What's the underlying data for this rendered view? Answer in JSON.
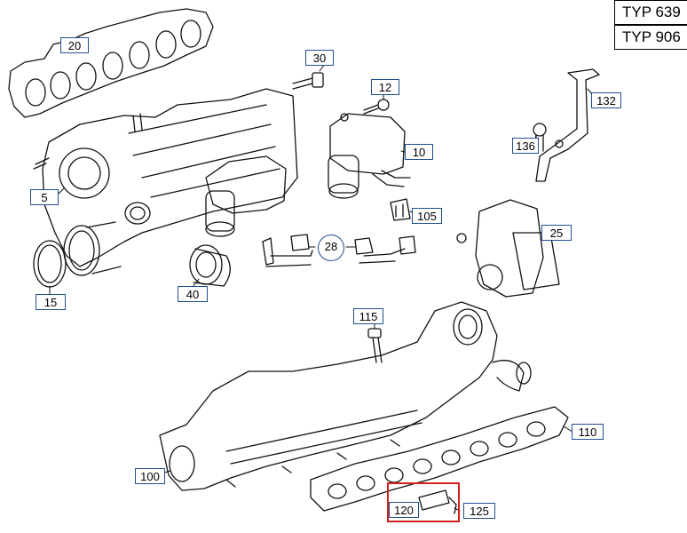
{
  "type_codes": [
    "TYP 639",
    "TYP 906"
  ],
  "callouts": [
    {
      "id": "20",
      "label": "20"
    },
    {
      "id": "30",
      "label": "30"
    },
    {
      "id": "12",
      "label": "12"
    },
    {
      "id": "132",
      "label": "132"
    },
    {
      "id": "136",
      "label": "136"
    },
    {
      "id": "10",
      "label": "10"
    },
    {
      "id": "5",
      "label": "5"
    },
    {
      "id": "105",
      "label": "105"
    },
    {
      "id": "25",
      "label": "25"
    },
    {
      "id": "28",
      "label": "28"
    },
    {
      "id": "15",
      "label": "15"
    },
    {
      "id": "40",
      "label": "40"
    },
    {
      "id": "115",
      "label": "115"
    },
    {
      "id": "110",
      "label": "110"
    },
    {
      "id": "100",
      "label": "100"
    },
    {
      "id": "120",
      "label": "120"
    },
    {
      "id": "125",
      "label": "125"
    }
  ],
  "colors": {
    "callout_border": "#1f4f8f",
    "highlight": "#d21f1f",
    "line": "#111111"
  }
}
